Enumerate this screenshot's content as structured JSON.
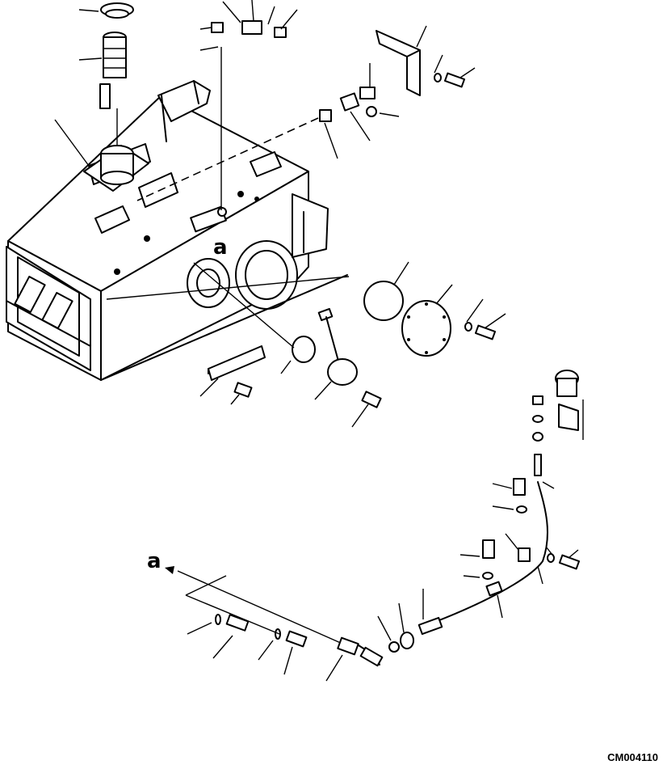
{
  "diagram": {
    "reference_marks": [
      "a",
      "a"
    ],
    "drawing_id": "CM004110"
  }
}
